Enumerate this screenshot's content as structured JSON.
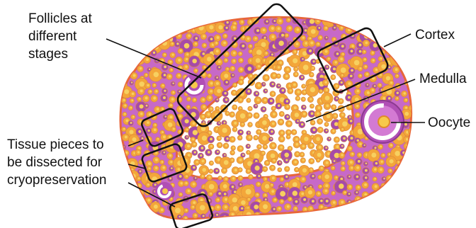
{
  "labels": {
    "follicles": [
      "Follicles at",
      "different",
      "stages"
    ],
    "cortex": "Cortex",
    "medulla": "Medulla",
    "oocyte": "Oocyte",
    "tissue": [
      "Tissue pieces to",
      "be dissected for",
      "cryopreservation"
    ]
  },
  "colors": {
    "tissue_ring": "#c769c7",
    "tissue_dark": "#a64aa8",
    "cortex_edge": "#e8663a",
    "follicle_fill": "#f3a63a",
    "follicle_core": "#f7d060",
    "oocyte_core": "#f7c84a",
    "box_stroke": "#111111"
  }
}
